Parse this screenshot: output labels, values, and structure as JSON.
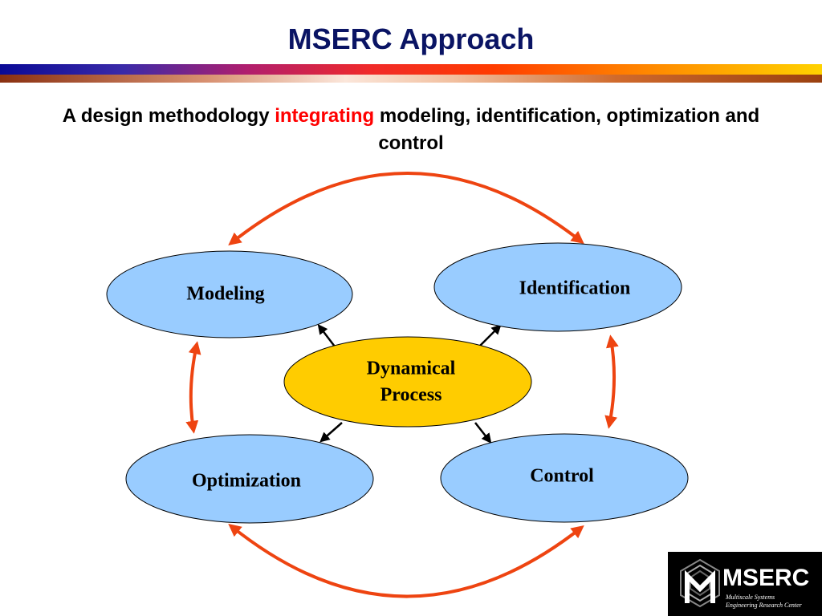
{
  "slide": {
    "title": "MSERC Approach",
    "subtitle_before": "A design methodology",
    "subtitle_highlight": "integrating",
    "subtitle_after": "modeling, identification, optimization and control"
  },
  "nodes": {
    "modeling": "Modeling",
    "identification": "Identification",
    "optimization": "Optimization",
    "control": "Control",
    "dynamical_process_line1": "Dynamical",
    "dynamical_process_line2": "Process"
  },
  "logo": {
    "name": "MSERC",
    "subtitle_line1": "Multiscale Systems",
    "subtitle_line2": "Engineering Research Center"
  },
  "colors": {
    "title": "#0a1464",
    "highlight": "#ff0000",
    "node_fill": "#99ccff",
    "center_fill": "#ffcc00",
    "outer_arrow": "#ee4411",
    "inner_arrow": "#000000"
  }
}
